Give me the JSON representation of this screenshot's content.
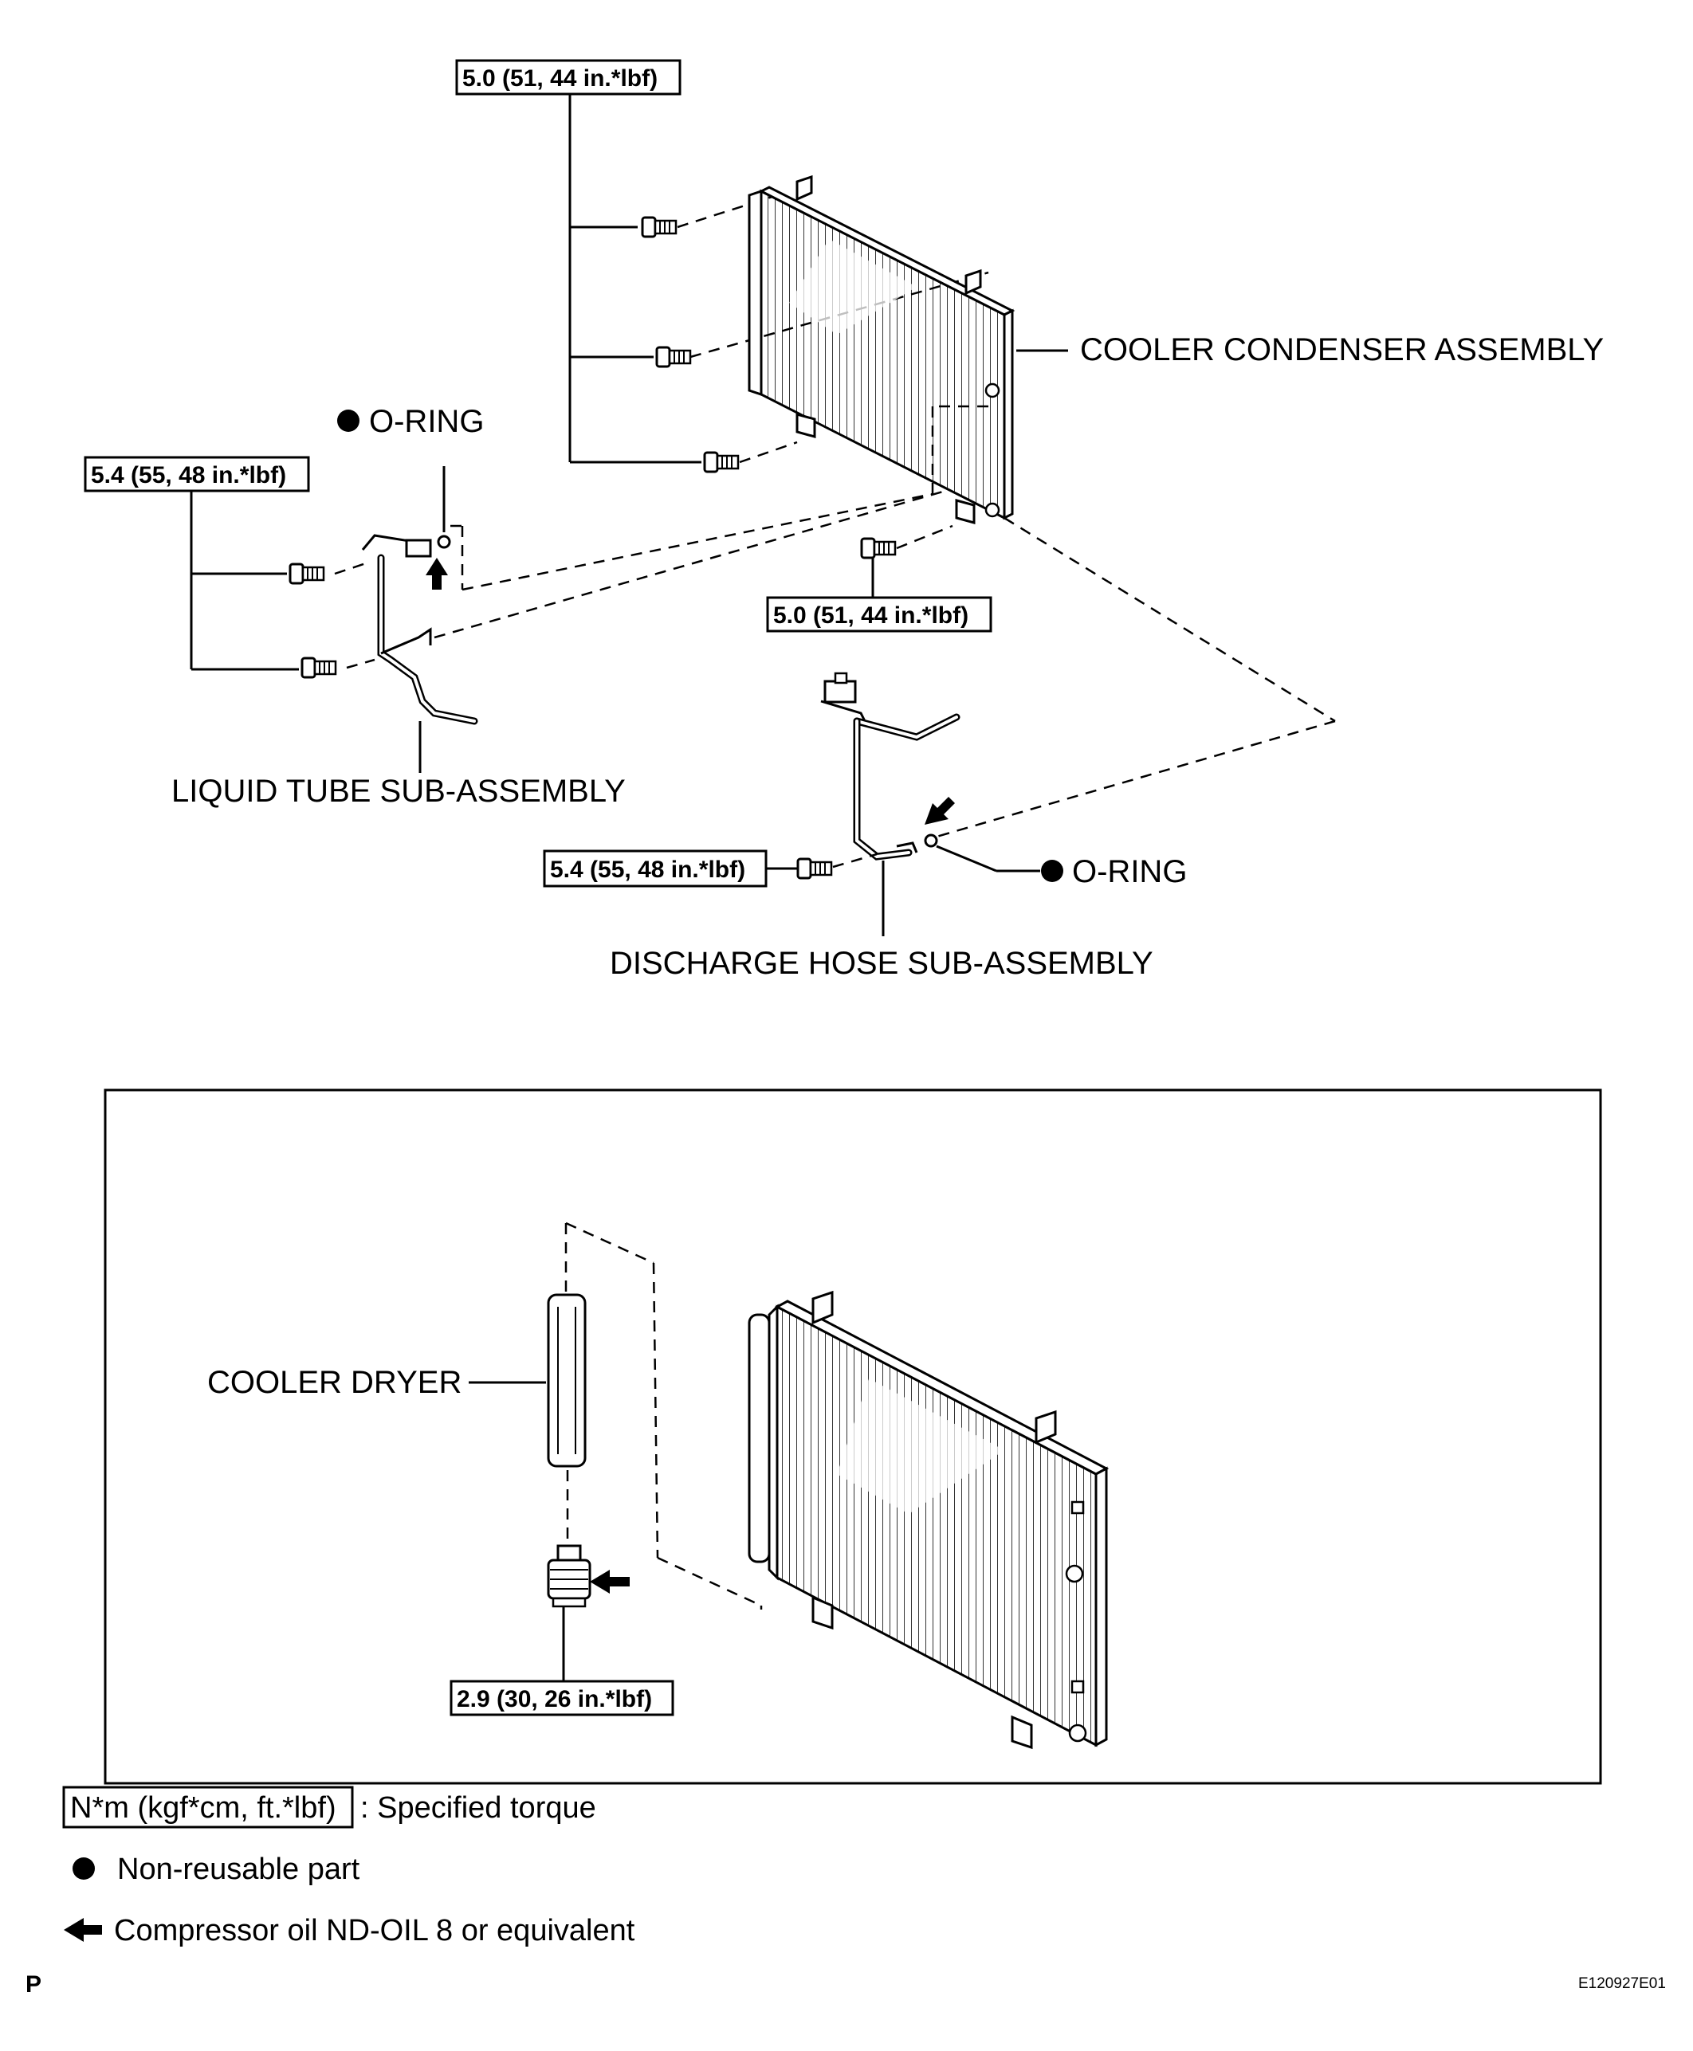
{
  "labels": {
    "condenser": "COOLER CONDENSER ASSEMBLY",
    "liquid_tube": "LIQUID TUBE SUB-ASSEMBLY",
    "discharge_hose": "DISCHARGE HOSE SUB-ASSEMBLY",
    "oring_upper": "O-RING",
    "oring_lower": "O-RING",
    "cooler_dryer": "COOLER DRYER"
  },
  "torques": {
    "condenser_top": "5.0 (51, 44 in.*lbf)",
    "condenser_bottom": "5.0 (51, 44 in.*lbf)",
    "liquid_tube": "5.4 (55, 48 in.*lbf)",
    "discharge_hose": "5.4 (55, 48 in.*lbf)",
    "dryer_plug": "2.9 (30, 26 in.*lbf)"
  },
  "legend": {
    "torque_box": "N*m (kgf*cm, ft.*lbf)",
    "torque_text": ": Specified torque",
    "nonreusable_text": "Non-reusable part",
    "oil_text": "Compressor oil ND-OIL 8 or equivalent"
  },
  "footer": {
    "page_letter": "P",
    "figure_id": "E120927E01"
  },
  "icons": [
    "bullet-icon",
    "arrow-left-icon",
    "bolt-icon",
    "condenser-icon",
    "dryer-icon",
    "plug-icon"
  ]
}
